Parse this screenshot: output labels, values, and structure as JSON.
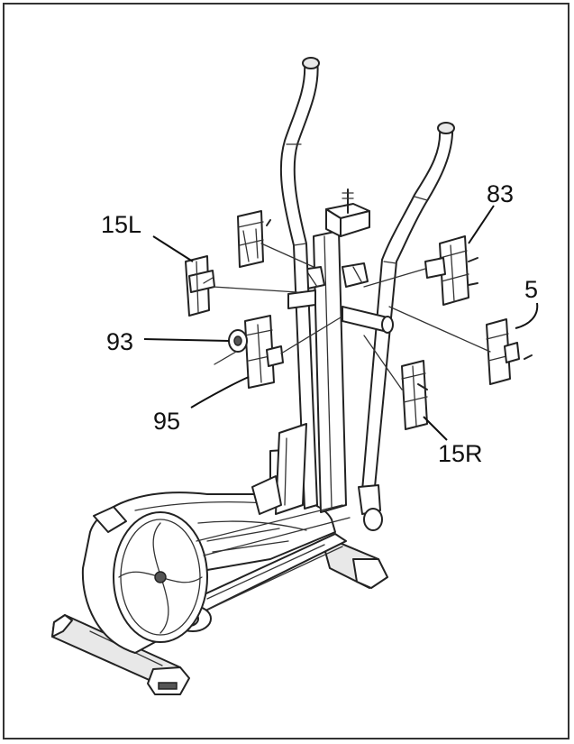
{
  "diagram": {
    "callouts": [
      {
        "id": "15L",
        "label": "15L"
      },
      {
        "id": "83",
        "label": "83"
      },
      {
        "id": "5",
        "label": "5"
      },
      {
        "id": "93",
        "label": "93"
      },
      {
        "id": "95",
        "label": "95"
      },
      {
        "id": "15R",
        "label": "15R"
      }
    ]
  }
}
